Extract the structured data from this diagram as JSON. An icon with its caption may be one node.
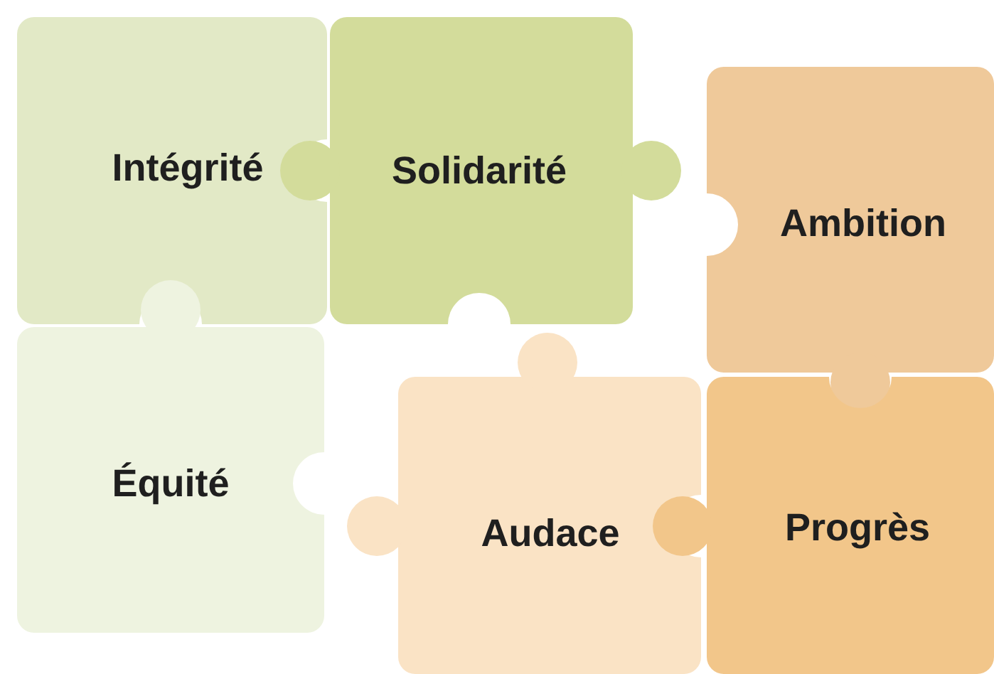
{
  "diagram": {
    "nodes": [
      {
        "text": [
          "Intégrité"
        ]
      },
      {
        "text": [
          "Solidarité"
        ]
      },
      {
        "text": [
          "Ambition"
        ]
      },
      {
        "text": [
          "Équité"
        ]
      },
      {
        "text": [
          "Audace"
        ]
      },
      {
        "text": [
          "Progrès"
        ]
      }
    ]
  }
}
